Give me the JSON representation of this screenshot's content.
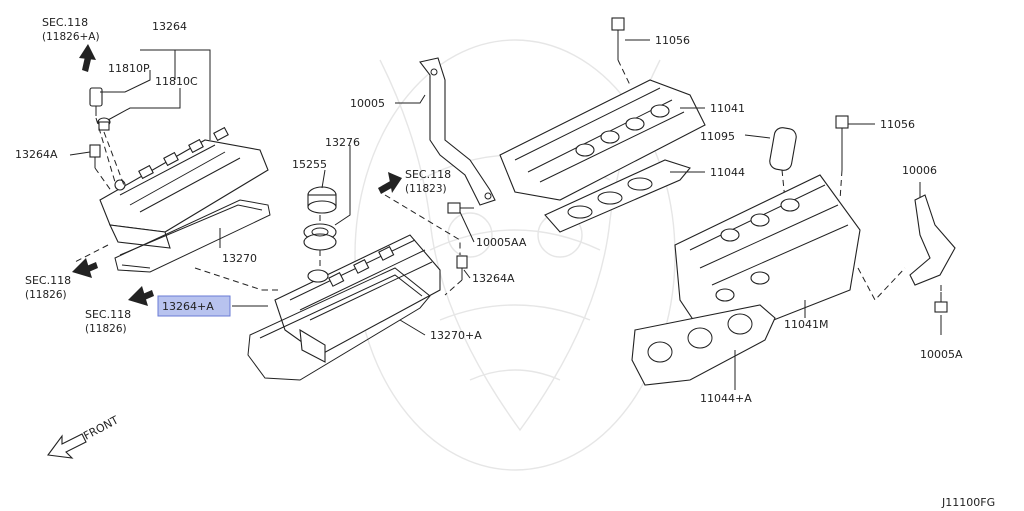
{
  "diagram_code": "J11100FG",
  "labels": {
    "sec118_top": "SEC.118",
    "sec118_top_ref": "(11826+A)",
    "p13264": "13264",
    "p11810P": "11810P",
    "p11810C": "11810C",
    "p13264A_left": "13264A",
    "p13270": "13270",
    "sec118_left": "SEC.118",
    "sec118_left_ref": "(11826)",
    "sec118_lower": "SEC.118",
    "sec118_lower_ref": "(11826)",
    "p13264plusA": "13264+A",
    "p13276": "13276",
    "p15255": "15255",
    "sec118_mid": "SEC.118",
    "sec118_mid_ref": "(11823)",
    "p10005": "10005",
    "p10005AA": "10005AA",
    "p13264A_mid": "13264A",
    "p13270plusA": "13270+A",
    "p11056_top": "11056",
    "p11041": "11041",
    "p11095": "11095",
    "p11044": "11044",
    "p11056_right": "11056",
    "p10006": "10006",
    "p11041M": "11041M",
    "p10005A": "10005A",
    "p11044plusA": "11044+A",
    "front": "FRONT"
  },
  "highlight_color": "#b8c3ef",
  "highlight_border": "#6a7bd6"
}
